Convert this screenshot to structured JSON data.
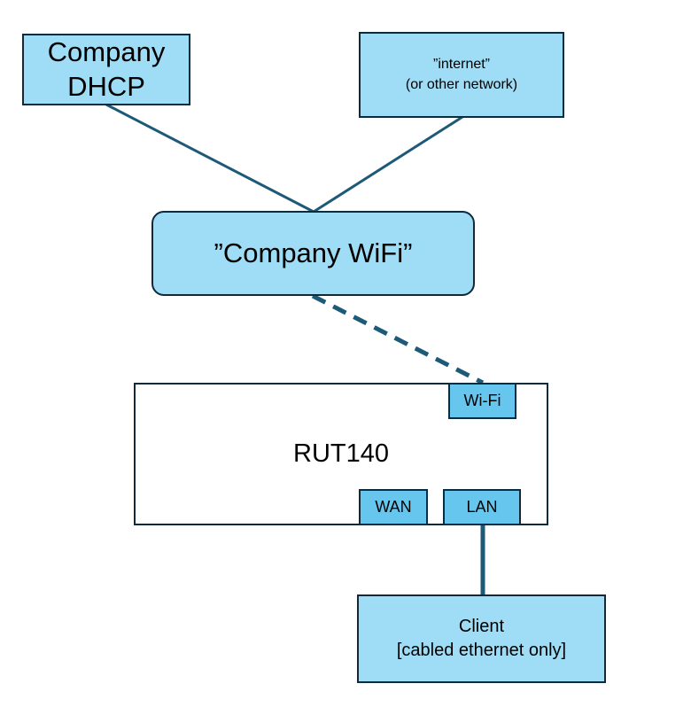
{
  "nodes": {
    "company_dhcp": {
      "lines": [
        "Company",
        "DHCP"
      ]
    },
    "internet": {
      "lines": [
        "”internet”",
        "(or other network)"
      ]
    },
    "company_wifi": {
      "label": "”Company WiFi”"
    },
    "router": {
      "label": "RUT140"
    },
    "port_wifi": {
      "label": "Wi-Fi"
    },
    "port_wan": {
      "label": "WAN"
    },
    "port_lan": {
      "label": "LAN"
    },
    "client": {
      "lines": [
        "Client",
        "[cabled ethernet only]"
      ]
    }
  },
  "edges": [
    {
      "from": "company_dhcp",
      "to": "company_wifi",
      "style": "solid"
    },
    {
      "from": "internet",
      "to": "company_wifi",
      "style": "solid"
    },
    {
      "from": "company_wifi",
      "to": "port_wifi",
      "style": "dashed"
    },
    {
      "from": "port_lan",
      "to": "client",
      "style": "solid"
    }
  ],
  "colors": {
    "box_fill": "#9fdcf5",
    "port_fill": "#66c6ee",
    "border": "#0f2a3a",
    "connector": "#1d5a78"
  }
}
